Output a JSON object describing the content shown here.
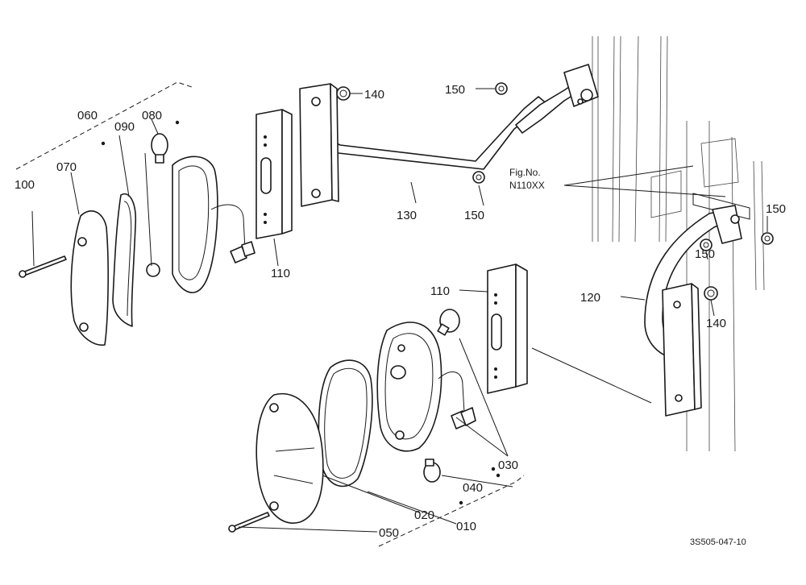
{
  "figure": {
    "drawing_code": "3S505-047-10",
    "fig_ref": {
      "line1": "Fig.No.",
      "line2": "N110XX"
    }
  },
  "callouts": {
    "c010": "010",
    "c020": "020",
    "c030": "030",
    "c040": "040",
    "c050": "050",
    "c060": "060",
    "c070": "070",
    "c080": "080",
    "c090": "090",
    "c100": "100",
    "c110a": "110",
    "c110b": "110",
    "c120": "120",
    "c130": "130",
    "c140a": "140",
    "c140b": "140",
    "c150a": "150",
    "c150b": "150",
    "c150c": "150",
    "c150d": "150"
  }
}
